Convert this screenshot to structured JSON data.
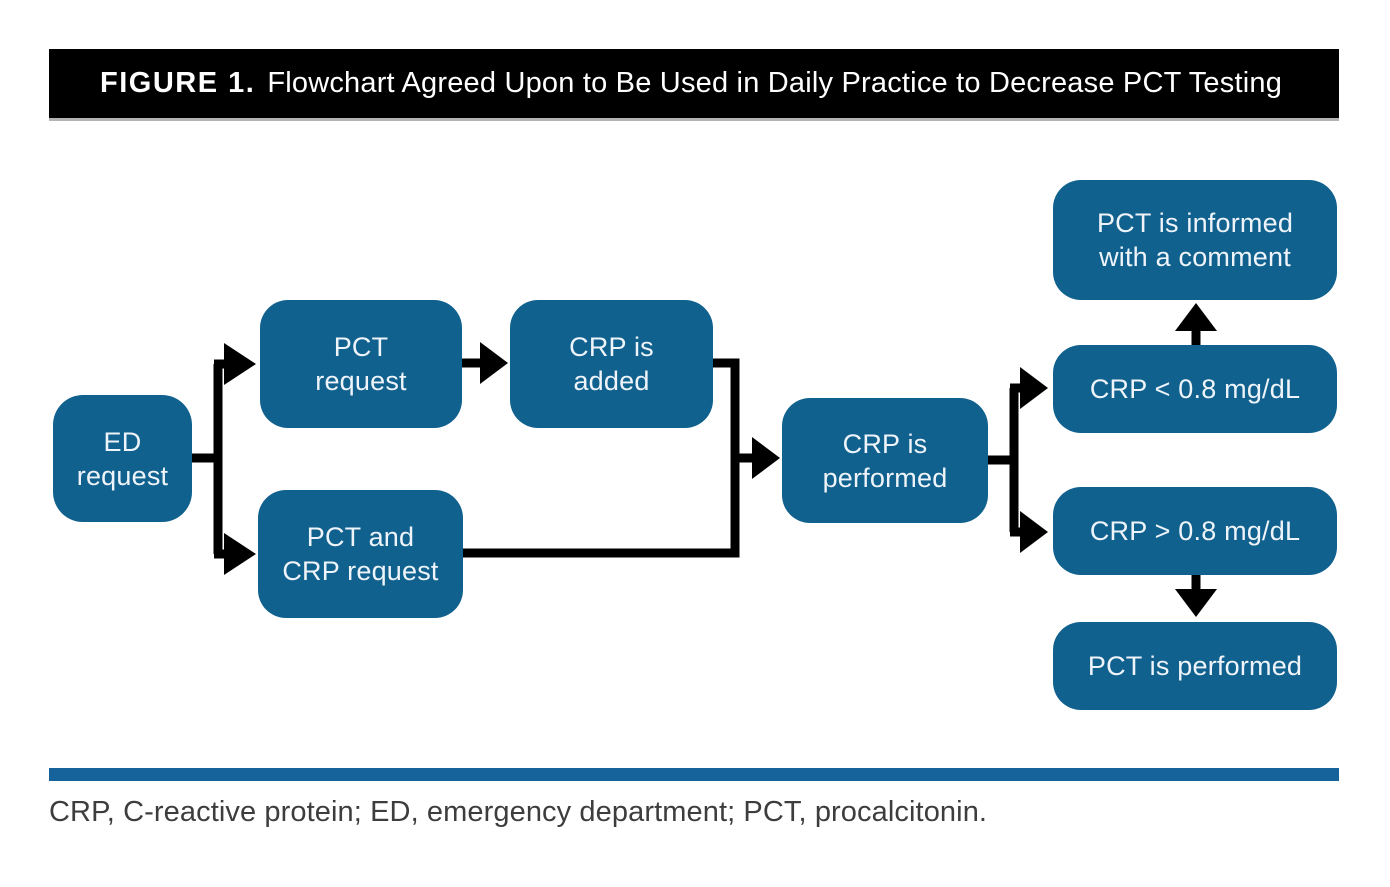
{
  "figure_header": {
    "label": "FIGURE 1.",
    "title": "Flowchart Agreed Upon to Be Used in Daily Practice to Decrease PCT Testing"
  },
  "flowchart": {
    "nodes": {
      "ed_request": {
        "line1": "ED",
        "line2": "request"
      },
      "pct_request": {
        "line1": "PCT",
        "line2": "request"
      },
      "crp_added": {
        "line1": "CRP is",
        "line2": "added"
      },
      "pct_crp_request": {
        "line1": "PCT and",
        "line2": "CRP request"
      },
      "crp_performed": {
        "line1": "CRP is",
        "line2": "performed"
      },
      "pct_informed": {
        "line1": "PCT is informed",
        "line2": "with a comment"
      },
      "crp_below": {
        "line1": "CRP < 0.8 mg/dL"
      },
      "crp_above": {
        "line1": "CRP > 0.8 mg/dL"
      },
      "pct_performed": {
        "line1": "PCT is performed"
      }
    }
  },
  "footnote": "CRP, C-reactive protein; ED, emergency department; PCT, procalcitonin.",
  "colors": {
    "node_fill": "#11618f",
    "node_text": "#eef4f9",
    "arrow": "#000000",
    "header_bg": "#000000",
    "header_text": "#ffffff",
    "divider_bar": "#15639a",
    "footnote_text": "#3d3d3d"
  }
}
